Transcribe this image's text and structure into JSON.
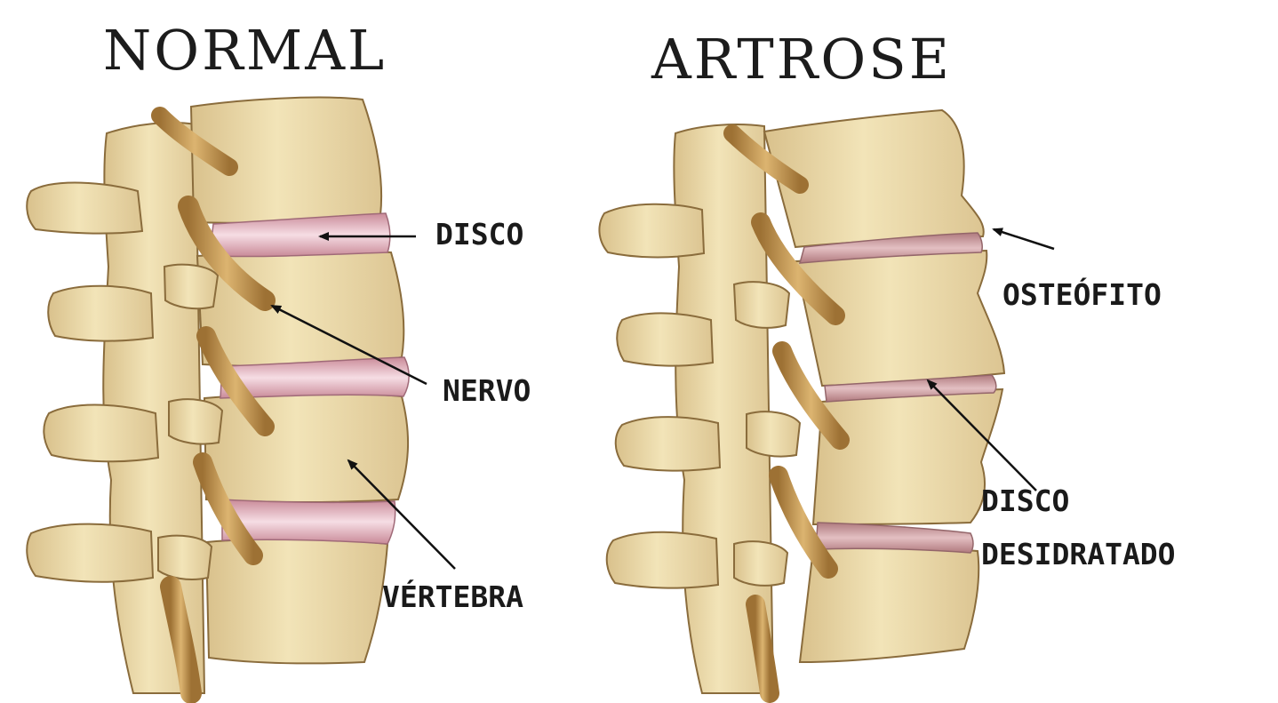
{
  "titles": {
    "normal": "NORMAL",
    "artrose": "ARTROSE"
  },
  "labels": {
    "disco": "DISCO",
    "nervo": "NERVO",
    "vertebra": "VÉRTEBRA",
    "osteofito": "OSTEÓFITO",
    "disco_desidratado_line1": "DISCO",
    "disco_desidratado_line2": "DESIDRATADO"
  },
  "colors": {
    "bone": "#eddcab",
    "bone_shadow": "#c9ad74",
    "bone_outline": "#8a6c3c",
    "disc_healthy": "#f0cdd7",
    "disc_dehydrated": "#d7a9a9",
    "nerve": "#caa05a",
    "nerve_outline": "#6e4a1d",
    "arrow": "#111111"
  }
}
